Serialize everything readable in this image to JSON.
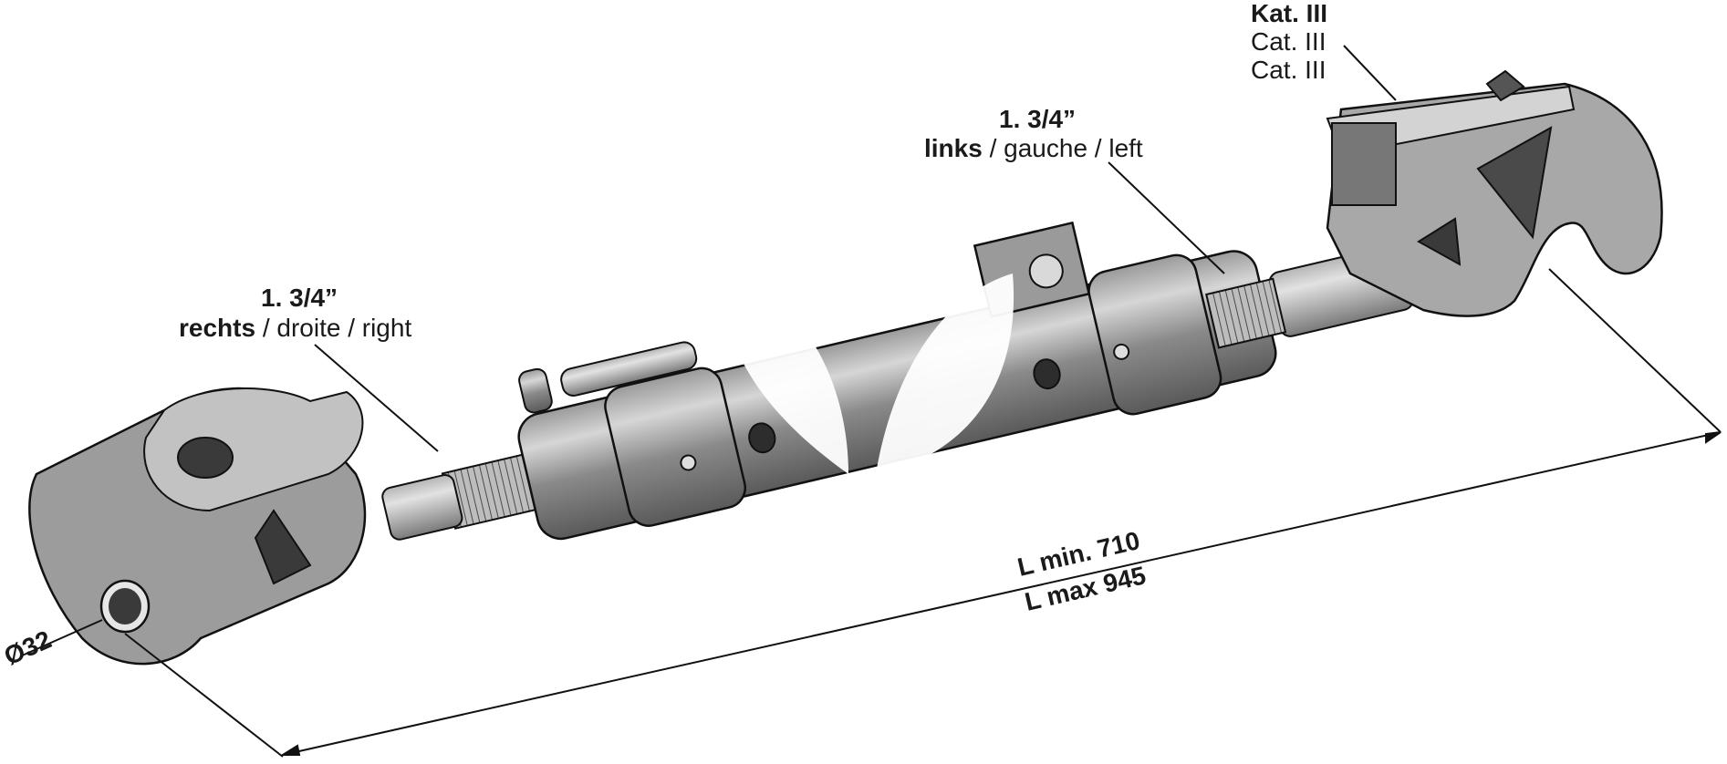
{
  "labels": {
    "category": {
      "line1": "Kat. III",
      "line2": "Cat. III",
      "line3": "Cat. III"
    },
    "left_thread": {
      "size": "1. 3/4”",
      "lang1": "links",
      "rest": " / gauche / left"
    },
    "right_thread": {
      "size": "1. 3/4”",
      "lang1": "rechts",
      "rest": " / droite / right"
    },
    "length": {
      "min": "L min. 710",
      "max": "L max 945"
    },
    "diameter": "Ø32"
  },
  "colors": {
    "metal": "#8c8c8c",
    "metal_light": "#b8b8b8",
    "metal_dark": "#5e5e5e",
    "line": "#111111",
    "watermark": "#ffffff"
  }
}
